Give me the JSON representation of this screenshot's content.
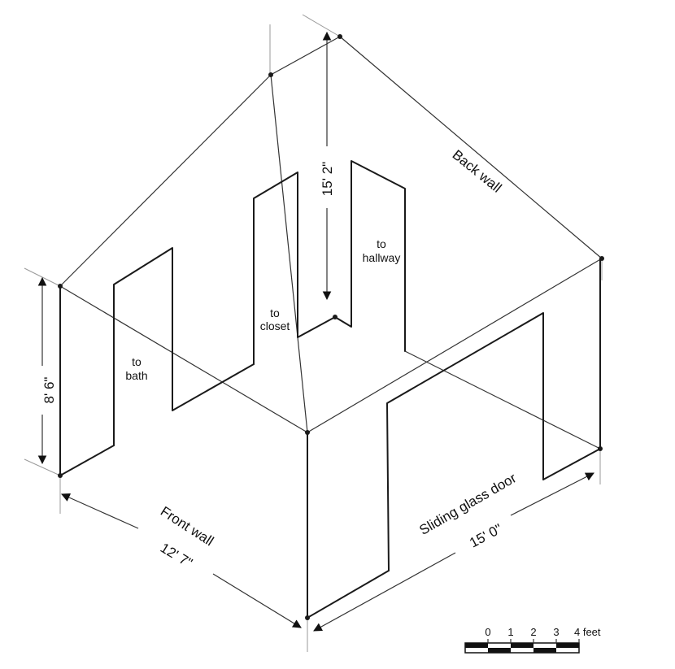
{
  "labels": {
    "bath": [
      "to",
      "bath"
    ],
    "closet": [
      "to",
      "closet"
    ],
    "hallway": [
      "to",
      "hallway"
    ],
    "back_wall": "Back wall",
    "front_wall": "Front wall",
    "sliding_door": "Sliding glass door"
  },
  "dimensions": {
    "height": "8' 6\"",
    "depth": "15' 2\"",
    "front_width": "12' 7\"",
    "side_length": "15' 0\""
  },
  "scale_bar": {
    "ticks": [
      "0",
      "1",
      "2",
      "3",
      "4 feet"
    ]
  }
}
